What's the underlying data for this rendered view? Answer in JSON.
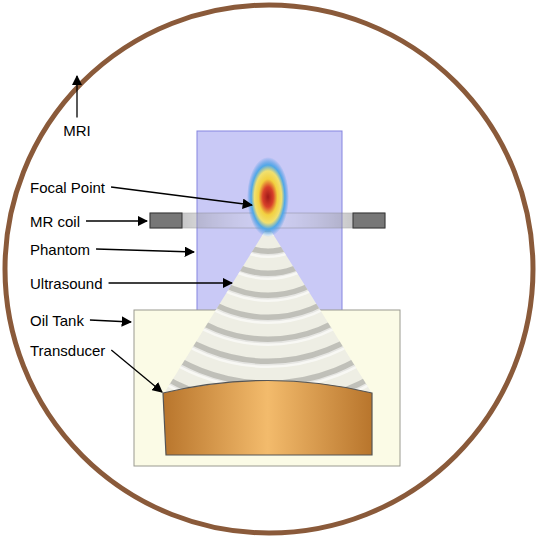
{
  "diagram": {
    "labels": [
      "MRI",
      "Focal Point",
      "MR coil",
      "Phantom",
      "Ultrasound",
      "Oil Tank",
      "Transducer"
    ]
  }
}
